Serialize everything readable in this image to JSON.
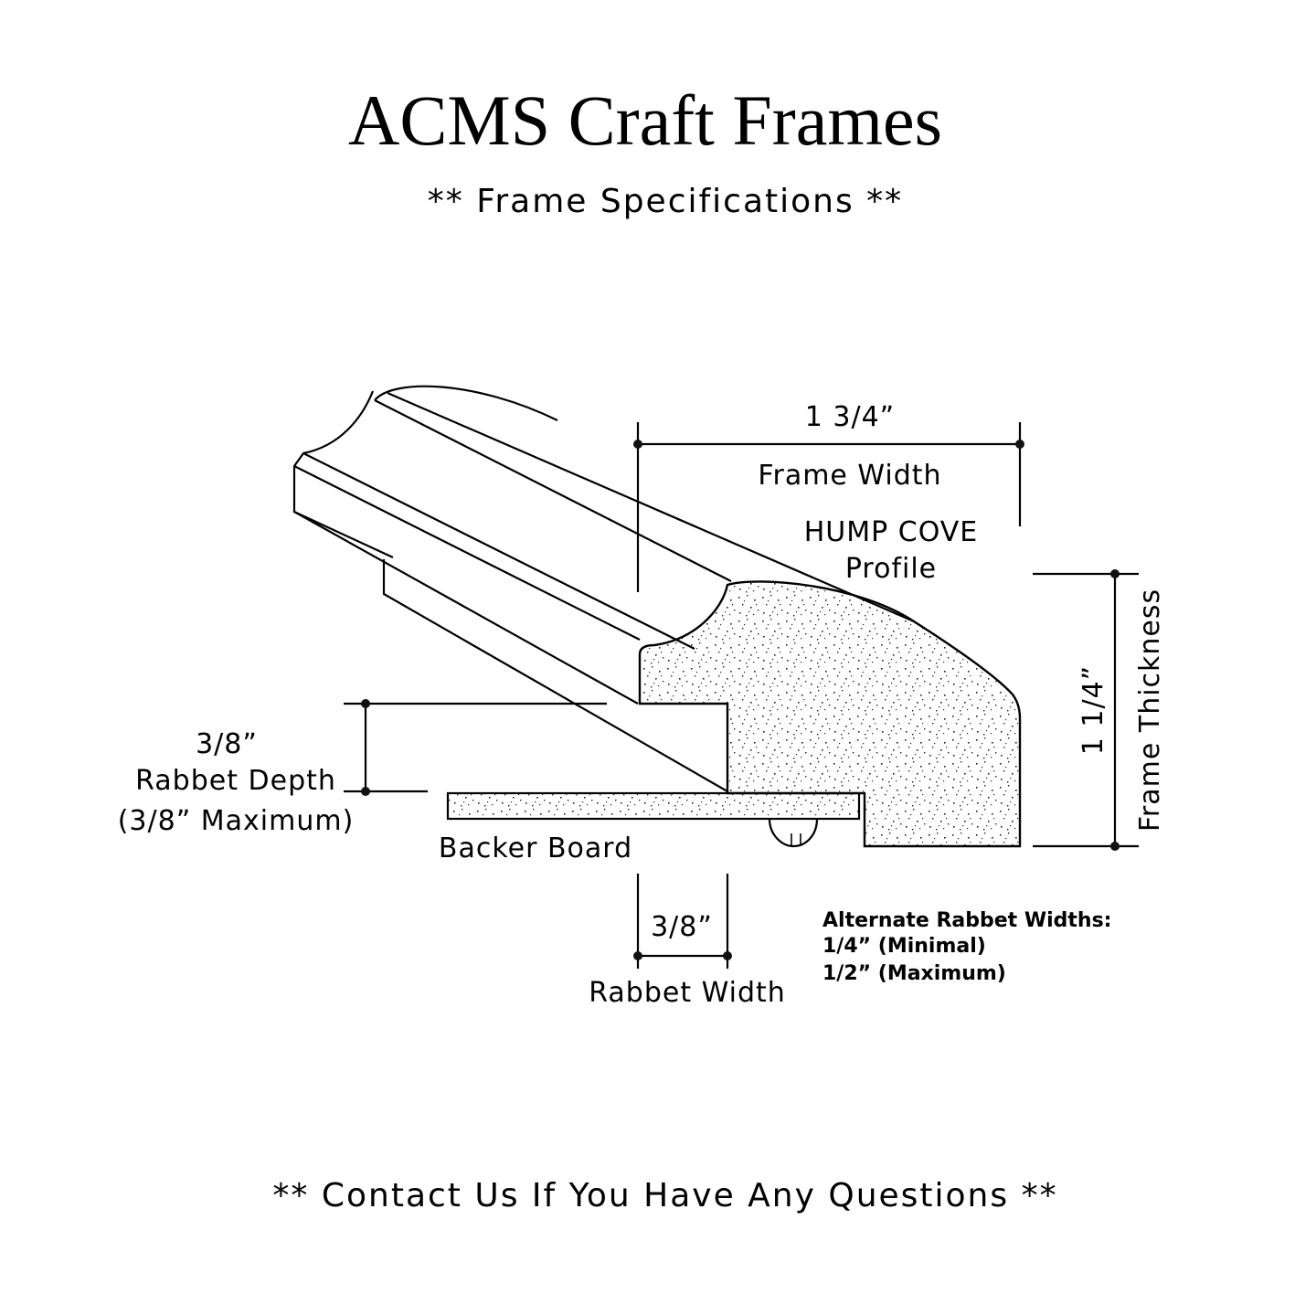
{
  "header": {
    "title": "ACMS Craft Frames",
    "subtitle": "** Frame Specifications **"
  },
  "dimensions": {
    "frame_width": {
      "value": "1 3/4”",
      "label": "Frame Width"
    },
    "frame_thickness": {
      "value": "1 1/4”",
      "label": "Frame Thickness"
    },
    "rabbet_depth": {
      "value": "3/8”",
      "label": "Rabbet Depth",
      "note": "(3/8” Maximum)"
    },
    "rabbet_width": {
      "value": "3/8”",
      "label": "Rabbet Width"
    }
  },
  "profile": {
    "line1": "HUMP COVE",
    "line2": "Profile"
  },
  "backer_board": {
    "label": "Backer Board"
  },
  "alternate_rabbet": {
    "heading": "Alternate Rabbet Widths:",
    "options": [
      "1/4” (Minimal)",
      "1/2” (Maximum)"
    ]
  },
  "footer": {
    "text": "** Contact Us If You Have Any Questions **"
  },
  "colors": {
    "ink": "#000000",
    "background": "#ffffff",
    "stipple": "#222222"
  }
}
